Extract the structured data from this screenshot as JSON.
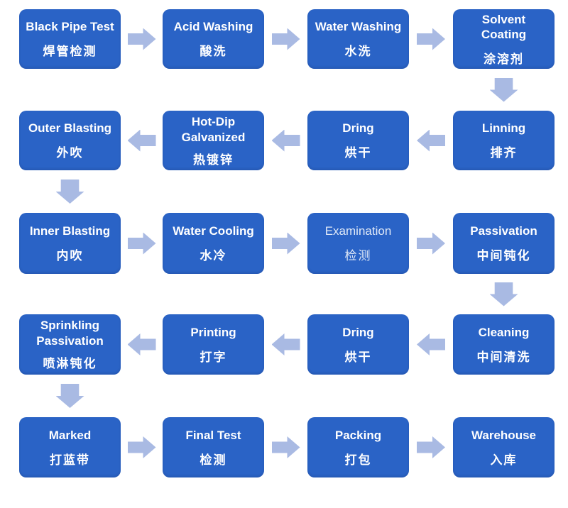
{
  "colors": {
    "background": "#ffffff",
    "box_fill": "#2a63c6",
    "box_text": "#ffffff",
    "arrow_fill": "#a9bae3"
  },
  "flow": {
    "rows": [
      {
        "direction": "right",
        "steps": [
          {
            "en": "Black Pipe Test",
            "zh": "焊管检测"
          },
          {
            "en": "Acid Washing",
            "zh": "酸洗"
          },
          {
            "en": "Water Washing",
            "zh": "水洗"
          },
          {
            "en": "Solvent Coating",
            "zh": "涂溶剂"
          }
        ]
      },
      {
        "direction": "left",
        "steps": [
          {
            "en": "Outer Blasting",
            "zh": "外吹"
          },
          {
            "en": "Hot-Dip Galvanized",
            "zh": "热镀锌"
          },
          {
            "en": "Dring",
            "zh": "烘干"
          },
          {
            "en": "Linning",
            "zh": "排齐"
          }
        ]
      },
      {
        "direction": "right",
        "steps": [
          {
            "en": "Inner Blasting",
            "zh": "内吹"
          },
          {
            "en": "Water Cooling",
            "zh": "水冷"
          },
          {
            "en": "Examination",
            "zh": "检测"
          },
          {
            "en": "Passivation",
            "zh": "中间钝化"
          }
        ]
      },
      {
        "direction": "left",
        "steps": [
          {
            "en": "Sprinkling Passivation",
            "zh": "喷淋钝化"
          },
          {
            "en": "Printing",
            "zh": "打字"
          },
          {
            "en": "Dring",
            "zh": "烘干"
          },
          {
            "en": "Cleaning",
            "zh": "中间清洗"
          }
        ]
      },
      {
        "direction": "right",
        "steps": [
          {
            "en": "Marked",
            "zh": "打蓝带"
          },
          {
            "en": "Final Test",
            "zh": "检测"
          },
          {
            "en": "Packing",
            "zh": "打包"
          },
          {
            "en": "Warehouse",
            "zh": "入库"
          }
        ]
      }
    ],
    "down_arrows": [
      {
        "after_row": 1,
        "column": 4
      },
      {
        "after_row": 2,
        "column": 1
      },
      {
        "after_row": 3,
        "column": 4
      },
      {
        "after_row": 4,
        "column": 1
      }
    ]
  }
}
